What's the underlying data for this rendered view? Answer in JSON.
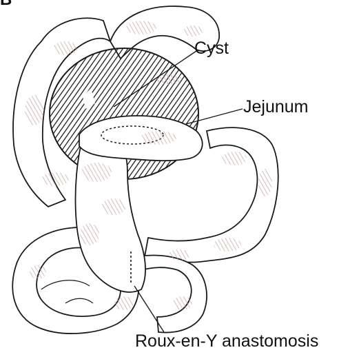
{
  "figure": {
    "panel_letter": "B",
    "labels": {
      "cyst": "Cyst",
      "jejunum": "Jejunum",
      "roux": "Roux-en-Y anastomosis"
    }
  },
  "colors": {
    "ink": "#1a1a1a",
    "tissue_shade": "#c9a1a0",
    "background": "#ffffff"
  }
}
